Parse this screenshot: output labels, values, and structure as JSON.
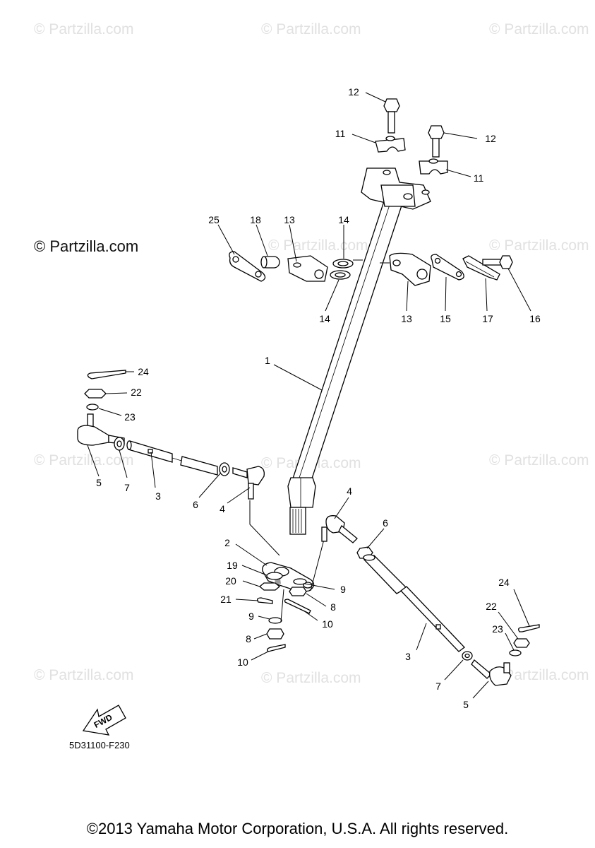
{
  "watermarks": {
    "repeat_text": "© Partzilla.com",
    "main_text": "© Partzilla.com"
  },
  "callouts": {
    "c1": "1",
    "c2": "2",
    "c3a": "3",
    "c3b": "3",
    "c4a": "4",
    "c4b": "4",
    "c5a": "5",
    "c5b": "5",
    "c6a": "6",
    "c6b": "6",
    "c7a": "7",
    "c7b": "7",
    "c8a": "8",
    "c8b": "8",
    "c9a": "9",
    "c9b": "9",
    "c10a": "10",
    "c10b": "10",
    "c11a": "11",
    "c11b": "11",
    "c12a": "12",
    "c12b": "12",
    "c13a": "13",
    "c13b": "13",
    "c14a": "14",
    "c14b": "14",
    "c15": "15",
    "c16": "16",
    "c17": "17",
    "c18": "18",
    "c19": "19",
    "c20": "20",
    "c21": "21",
    "c22a": "22",
    "c22b": "22",
    "c23a": "23",
    "c23b": "23",
    "c24a": "24",
    "c24b": "24",
    "c25": "25"
  },
  "fwd_label": "FWD",
  "diagram_code": "5D31100-F230",
  "copyright": "©2013 Yamaha Motor Corporation, U.S.A. All rights reserved."
}
